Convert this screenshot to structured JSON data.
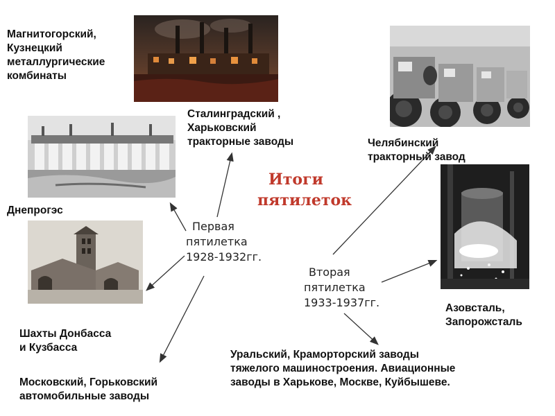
{
  "title": {
    "line1": "Итоги",
    "line2": "пятилеток"
  },
  "plan1": {
    "line1": "Первая",
    "line2": "пятилетка",
    "line3": "1928-1932гг."
  },
  "plan2": {
    "line1": "Вторая",
    "line2": "пятилетка",
    "line3": "1933-1937гг."
  },
  "labels": {
    "magnitogorsk": [
      "Магнитогорский,",
      "Кузнецкий",
      "металлургические",
      "комбинаты"
    ],
    "stalingrad": [
      "Сталинградский ,",
      "Харьковский",
      "тракторные заводы"
    ],
    "chelyabinsk": [
      "Челябинский",
      "тракторный завод"
    ],
    "dneproges": [
      "Днепрогэс"
    ],
    "azovstal": [
      "Азовсталь,",
      "Запорожсталь"
    ],
    "donbass": [
      "Шахты Донбасса",
      "и Кузбасса"
    ],
    "moscow_auto": [
      "Московский, Горьковский",
      "автомобильные заводы"
    ],
    "ural": [
      "Уральский, Краморторский заводы",
      "тяжелого машиностроения. Авиационные",
      "заводы в Харькове, Москве, Куйбышеве."
    ]
  },
  "colors": {
    "title": "#c0392b",
    "arrow": "#333333"
  },
  "icons": [
    "factory-photo",
    "dam-photo",
    "mine-photo",
    "tractor-photo",
    "steel-mill-photo"
  ]
}
